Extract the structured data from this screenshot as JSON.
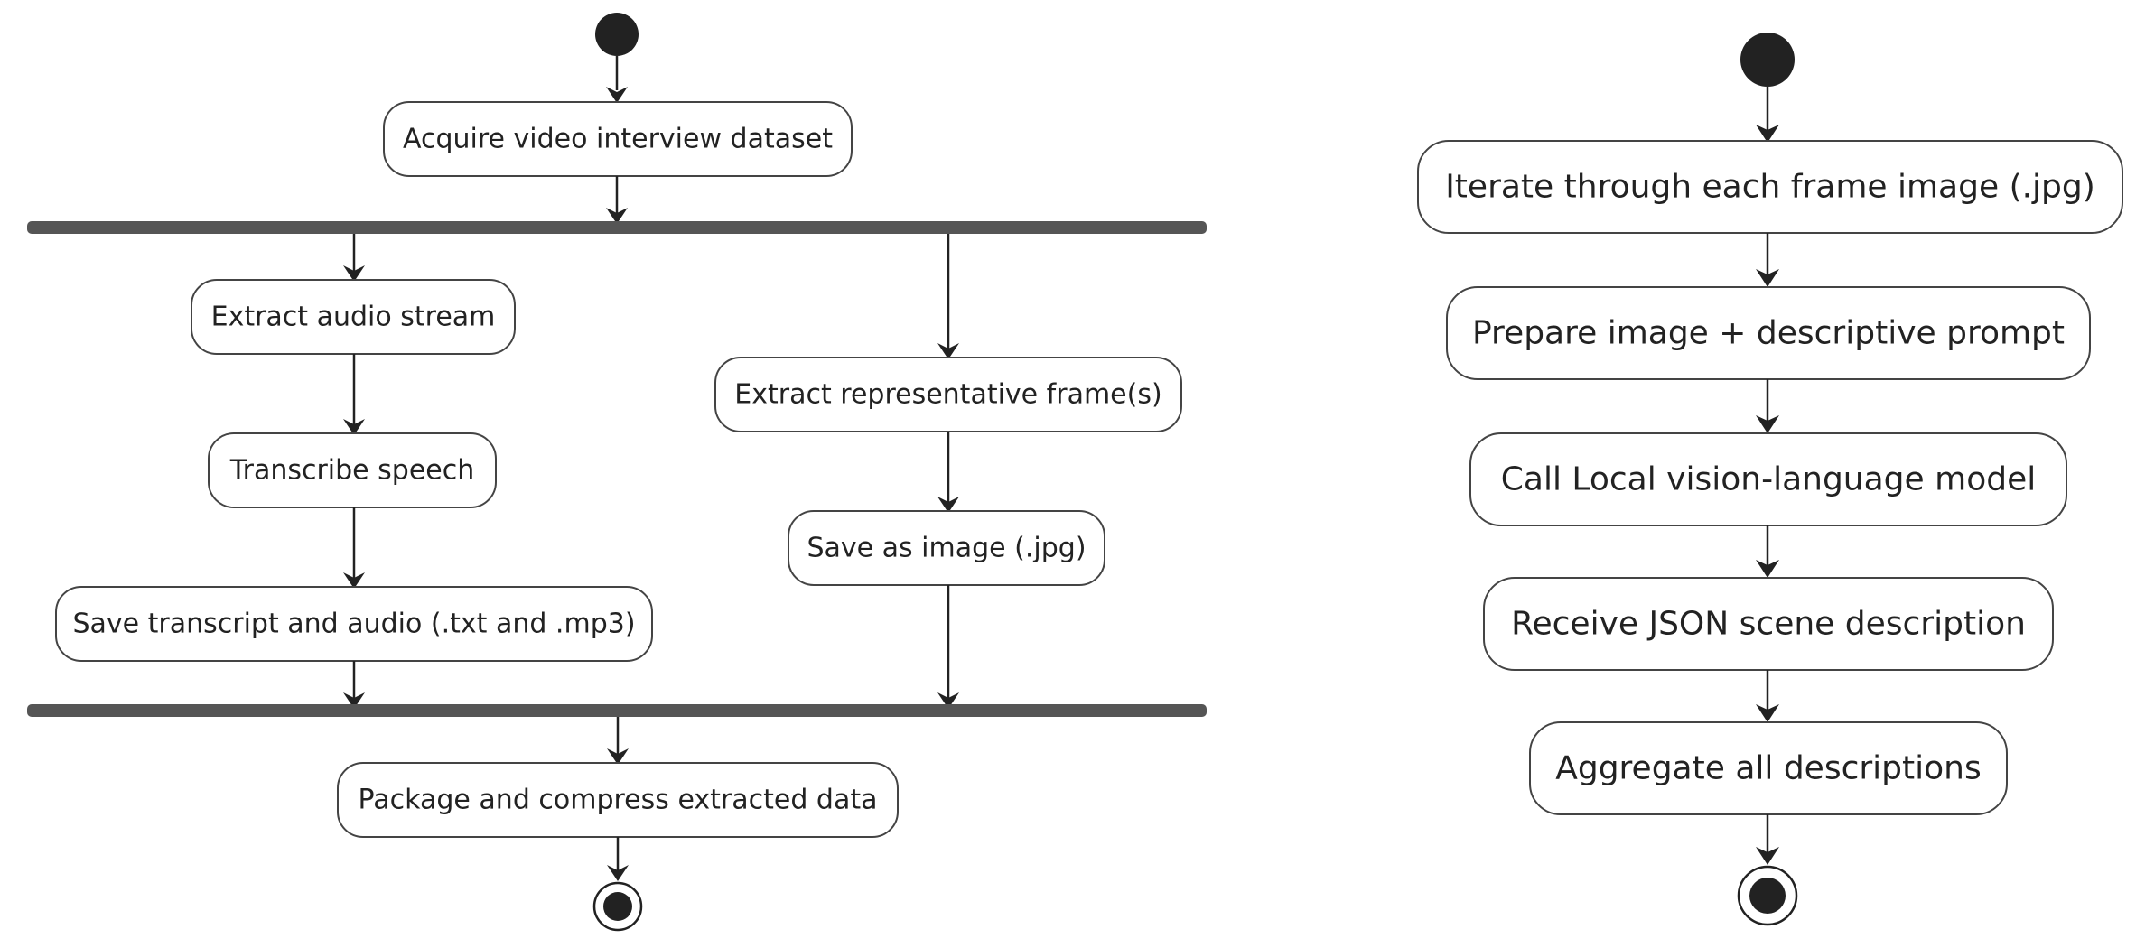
{
  "left_flow": {
    "acquire": "Acquire video interview dataset",
    "extract_audio": "Extract audio stream",
    "transcribe": "Transcribe speech",
    "save_transcript": "Save transcript and audio (.txt and .mp3)",
    "extract_frames": "Extract representative frame(s)",
    "save_image": "Save as image (.jpg)",
    "package": "Package and compress extracted data"
  },
  "right_flow": {
    "iterate": "Iterate through each frame image (.jpg)",
    "prepare": "Prepare image + descriptive prompt",
    "call_model": "Call Local vision-language model",
    "receive": "Receive JSON scene description",
    "aggregate": "Aggregate all descriptions"
  }
}
